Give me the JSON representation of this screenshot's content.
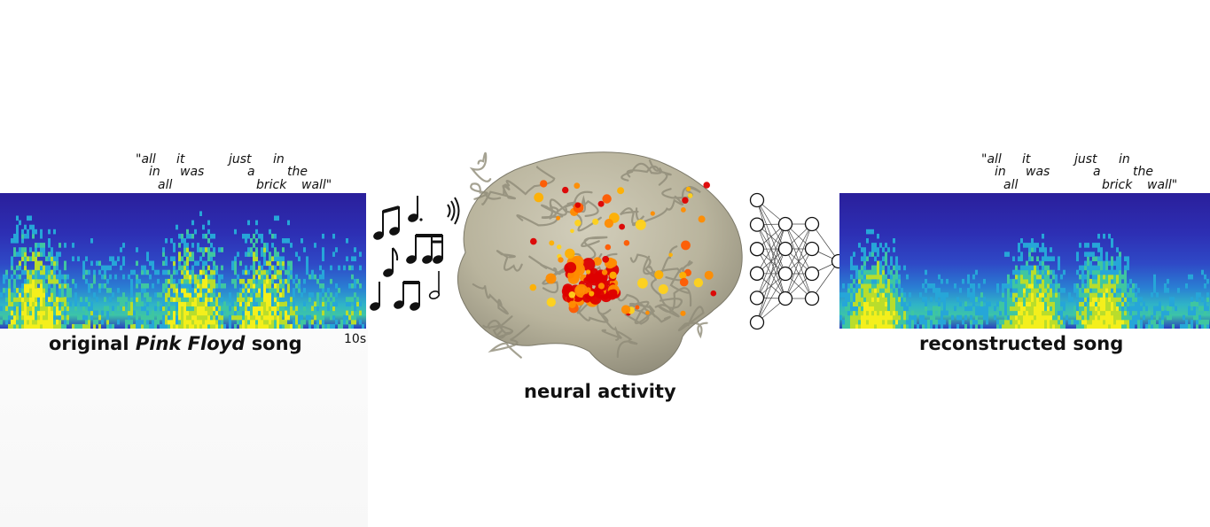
{
  "left": {
    "lyrics": {
      "l1a": "\"all",
      "l1b": "it",
      "l1c": "just",
      "l1d": "in",
      "l2a": "in",
      "l2b": "was",
      "l2c": "a",
      "l2d": "the",
      "l3a": "all",
      "l3b": "brick",
      "l3c": "wall\""
    },
    "caption_pre": "original",
    "caption_em": "Pink Floyd",
    "caption_post": "song",
    "time_label": "10s"
  },
  "center": {
    "caption": "neural activity"
  },
  "right": {
    "lyrics": {
      "l1a": "\"all",
      "l1b": "it",
      "l1c": "just",
      "l1d": "in",
      "l2a": "in",
      "l2b": "was",
      "l2c": "a",
      "l2d": "the",
      "l3a": "all",
      "l3b": "brick",
      "l3c": "wall\""
    },
    "caption": "reconstructed song"
  },
  "network": {
    "layers": [
      6,
      4,
      4,
      1
    ]
  },
  "colors": {
    "spectrogram_low": "#2a1f9b",
    "spectrogram_mid": "#2fb3c8",
    "spectrogram_high": "#f2ee1a",
    "brain_fill": "#bab59f",
    "electrode_red": "#dd0000",
    "electrode_orange": "#ff8c00",
    "electrode_yellow": "#ffd21a"
  }
}
